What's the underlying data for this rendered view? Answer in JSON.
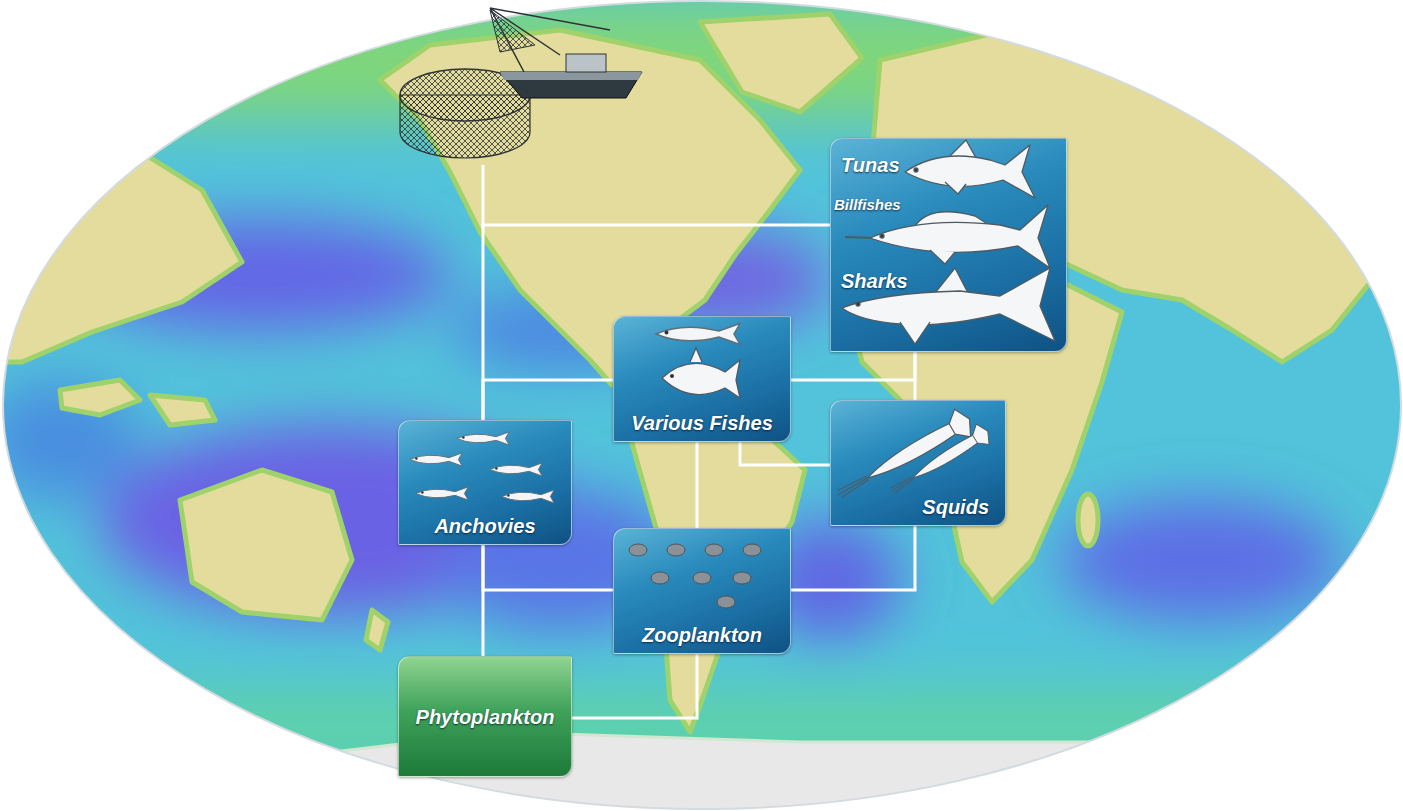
{
  "diagram": {
    "nodes": [
      {
        "text": [
          "Tunas",
          "Billfishes",
          "Sharks"
        ]
      },
      {
        "text": [
          "Various Fishes"
        ]
      },
      {
        "text": [
          "Squids"
        ]
      },
      {
        "text": [
          "Anchovies"
        ]
      },
      {
        "text": [
          "Zooplankton"
        ]
      },
      {
        "text": [
          "Phytoplankton"
        ]
      }
    ],
    "edges": [
      {
        "from": 5,
        "to": 4,
        "arrow": "none"
      },
      {
        "from": 5,
        "to": 3,
        "arrow": "none"
      },
      {
        "from": 4,
        "to": 3,
        "arrow": "none"
      },
      {
        "from": 4,
        "to": 1,
        "arrow": "none"
      },
      {
        "from": 4,
        "to": 2,
        "arrow": "none"
      },
      {
        "from": 3,
        "to": 1,
        "arrow": "none"
      },
      {
        "from": 3,
        "to": 0,
        "arrow": "none"
      },
      {
        "from": 1,
        "to": 2,
        "arrow": "none"
      },
      {
        "from": 1,
        "to": 0,
        "arrow": "none"
      },
      {
        "from": 2,
        "to": 0,
        "arrow": "none"
      }
    ]
  }
}
